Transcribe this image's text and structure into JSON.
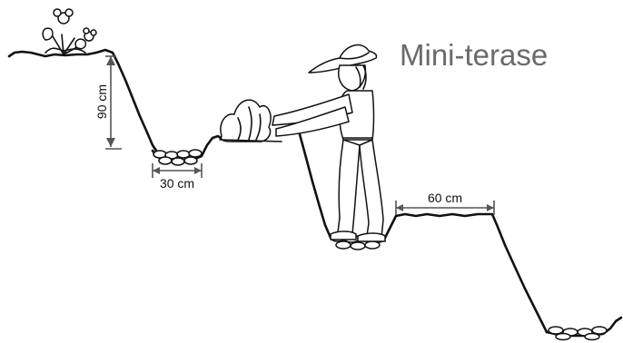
{
  "diagram": {
    "title": "Mini-terase",
    "dimensions": {
      "height_label": "90 cm",
      "step_width_label": "30 cm",
      "terrace_width_label": "60 cm"
    },
    "icons": [
      "flowering-plant-icon",
      "cabbage-icon",
      "farmer-figure"
    ]
  }
}
